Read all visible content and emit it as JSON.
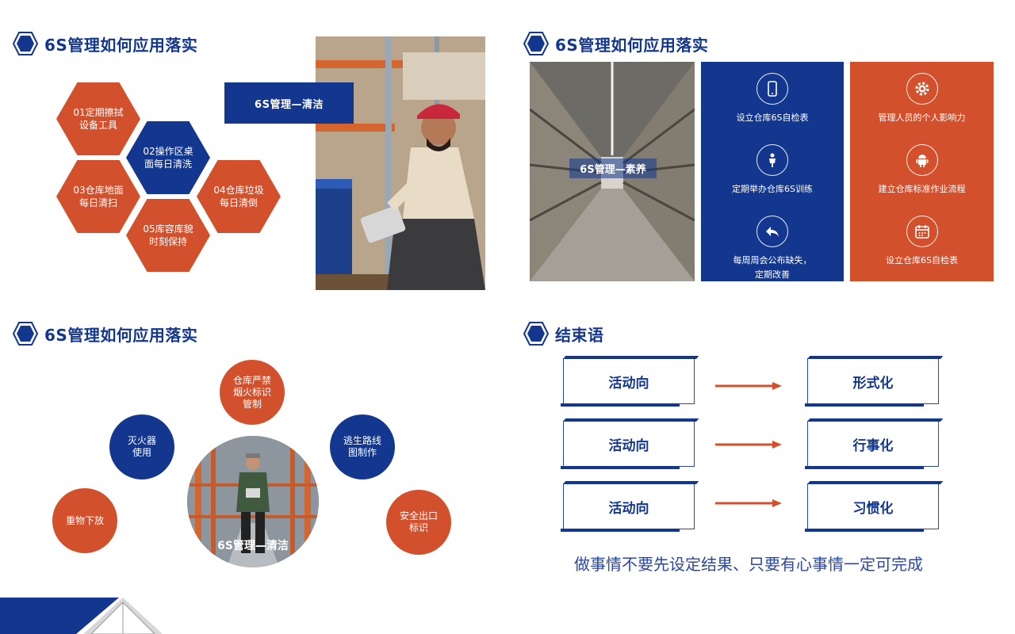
{
  "slide1": {
    "title": "6S管理如何应用落实",
    "hexes": [
      {
        "label": "01定期擦拭设备工具",
        "color": "orange"
      },
      {
        "label": "02操作区桌面每日清洗",
        "color": "blue"
      },
      {
        "label": "03仓库地面每日清扫",
        "color": "orange"
      },
      {
        "label": "04仓库垃圾每日清倒",
        "color": "orange"
      },
      {
        "label": "05库容库貌时刻保持",
        "color": "orange"
      }
    ],
    "tag": "6S管理—清洁"
  },
  "slide2": {
    "title": "6S管理如何应用落实",
    "photo_label": "6S管理—素养",
    "blue_panel": [
      {
        "label": "设立仓库6S自检表",
        "icon": "phone-icon"
      },
      {
        "label": "定期举办仓库6S训练",
        "icon": "person-icon"
      },
      {
        "label_line1": "每周周会公布缺失，",
        "label_line2": "定期改善",
        "icon": "reply-arrow-icon"
      }
    ],
    "orange_panel": [
      {
        "label": "管理人员的个人影响力",
        "icon": "gear-icon"
      },
      {
        "label": "建立仓库标准作业流程",
        "icon": "android-icon"
      },
      {
        "label": "设立仓库6S自检表",
        "icon": "calendar-icon"
      }
    ]
  },
  "slide3": {
    "title": "6S管理如何应用落实",
    "circles": [
      {
        "label": "仓库严禁烟火标识管制",
        "color": "orange"
      },
      {
        "label": "灭火器使用",
        "color": "blue"
      },
      {
        "label": "逃生路线图制作",
        "color": "blue"
      },
      {
        "label": "重物下放",
        "color": "orange"
      },
      {
        "label": "安全出口标识",
        "color": "orange"
      }
    ],
    "center_label": "6S管理—清洁"
  },
  "slide4": {
    "title": "结束语",
    "rows": [
      {
        "left": "活动向",
        "right": "形式化"
      },
      {
        "left": "活动向",
        "right": "行事化"
      },
      {
        "left": "活动向",
        "right": "习惯化"
      }
    ],
    "footer": "做事情不要先设定结果、只要有心事情一定可完成"
  },
  "colors": {
    "brand_blue": "#13378f",
    "accent_orange": "#d3502d"
  }
}
